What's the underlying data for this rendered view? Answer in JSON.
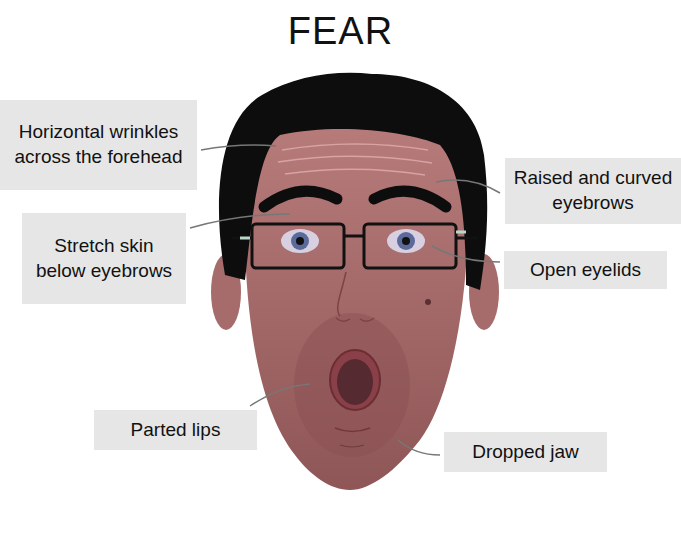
{
  "diagram": {
    "title": "FEAR",
    "nodes": [
      {
        "text": [
          "Horizontal wrinkles across the forehead"
        ]
      },
      {
        "text": [
          "Raised and curved eyebrows"
        ]
      },
      {
        "text": [
          "Stretch skin below eyebrows"
        ]
      },
      {
        "text": [
          "Open eyelids"
        ]
      },
      {
        "text": [
          "Parted lips"
        ]
      },
      {
        "text": [
          "Dropped jaw"
        ]
      }
    ]
  }
}
